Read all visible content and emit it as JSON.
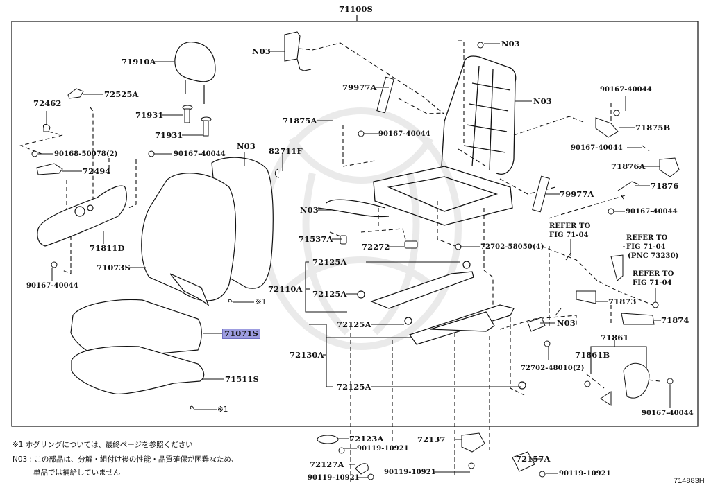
{
  "diagram": {
    "title_part": "71100S",
    "illustration_code": "714883H",
    "highlighted_part": "71071S",
    "highlight_color": "#9d9de0",
    "line_color": "#111111",
    "watermark_color": "#e6e6e6"
  },
  "labels": {
    "p71100S": "71100S",
    "p71910A": "71910A",
    "p72525A": "72525A",
    "p72462": "72462",
    "p71931a": "71931",
    "p71931b": "71931",
    "p90168_50078": "90168-50078(2)",
    "p90167_40044_a": "90167-40044",
    "p72494": "72494",
    "p71811D": "71811D",
    "p90167_40044_b": "90167-40044",
    "p71073S": "71073S",
    "pN03_back": "N03",
    "p82711F": "82711F",
    "p72110A": "72110A",
    "ref1_a": "※1",
    "p71071S": "71071S",
    "p71511S": "71511S",
    "ref1_b": "※1",
    "pN03_airbag": "N03",
    "p79977A_a": "79977A",
    "p71875A": "71875A",
    "p90167_40044_c": "90167-40044",
    "pN03_nut": "N03",
    "pN03_frame": "N03",
    "pN03_wire": "N03",
    "p71537A": "71537A",
    "p72272": "72272",
    "p72702_58050": "72702-58050(4)",
    "p72125A_1": "72125A",
    "p72125A_2": "72125A",
    "p72125A_3": "72125A",
    "p72125A_4": "72125A",
    "p72130A": "72130A",
    "p90167_40044_d": "90167-40044",
    "p71875B": "71875B",
    "p90167_40044_e": "90167-40044",
    "p71876A": "71876A",
    "p79977A_b": "79977A",
    "p71876": "71876",
    "p90167_40044_f": "90167-40044",
    "refer1_l1": "REFER TO",
    "refer1_l2": "FIG 71-04",
    "refer2_l1": "REFER TO",
    "refer2_l2": "FIG 71-04",
    "refer2_l3": "(PNC 73230)",
    "refer3_l1": "REFER TO",
    "refer3_l2": "FIG 71-04",
    "p71873": "71873",
    "p71874": "71874",
    "pN03_clip": "N03",
    "p71861": "71861",
    "p71861B": "71861B",
    "p72702_48010": "72702-48010(2)",
    "p90167_40044_g": "90167-40044",
    "p72123A": "72123A",
    "p90119_10921_a": "90119-10921",
    "p72127A": "72127A",
    "p90119_10921_b": "90119-10921",
    "p72137": "72137",
    "p90119_10921_c": "90119-10921",
    "p72157A": "72157A",
    "p90119_10921_d": "90119-10921"
  },
  "notes": {
    "note1": "※1 ホグリングについては、最終ページを参照ください",
    "note2_l1": "N03 : この部品は、分解・組付け後の性能・品質確保が困難なため、",
    "note2_l2": "単品では補給していません"
  }
}
